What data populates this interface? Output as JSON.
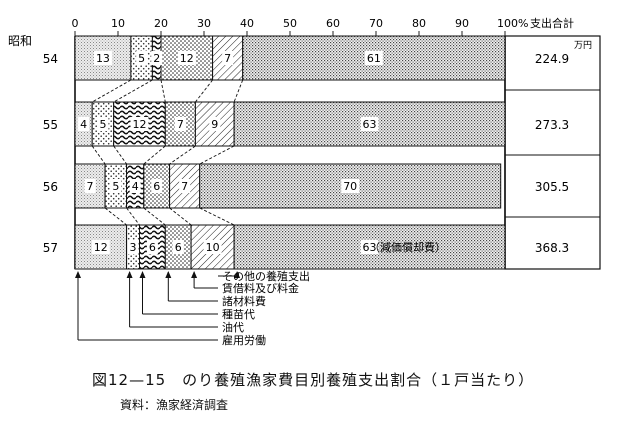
{
  "chart_data": {
    "type": "bar",
    "orientation": "horizontal",
    "stacked_percent": true,
    "era_label": "昭和",
    "categories": [
      "54",
      "55",
      "56",
      "57"
    ],
    "series": [
      {
        "name": "雇用労働",
        "values": [
          13,
          4,
          7,
          12
        ]
      },
      {
        "name": "油代",
        "values": [
          5,
          5,
          5,
          3
        ]
      },
      {
        "name": "種苗代",
        "values": [
          2,
          12,
          4,
          6
        ]
      },
      {
        "name": "諸材料費",
        "values": [
          12,
          7,
          6,
          6
        ]
      },
      {
        "name": "賃借料及び料金",
        "values": [
          7,
          9,
          7,
          10
        ]
      },
      {
        "name": "その他の養殖支出",
        "values": [
          61,
          63,
          70,
          63
        ]
      }
    ],
    "extra_segment_label": "（減価償却費）",
    "x_ticks": [
      "0",
      "10",
      "20",
      "30",
      "40",
      "50",
      "60",
      "70",
      "80",
      "90",
      "100%"
    ],
    "xlim": [
      0,
      100
    ],
    "totals_header": "支出合計",
    "totals_unit": "万円",
    "totals": [
      "224.9",
      "273.3",
      "305.5",
      "368.3"
    ],
    "legend_order_from_top": [
      "その他の養殖支出",
      "賃借料及び料金",
      "諸材料費",
      "種苗代",
      "油代",
      "雇用労働"
    ],
    "pattern_names": [
      "light-dots",
      "sparse-dots",
      "waves",
      "dots",
      "hatch",
      "dense-dots"
    ],
    "legend_position": "bottom"
  },
  "caption": "図12—15　のり養殖漁家費目別養殖支出割合（１戸当たり）",
  "source": "資料：漁家経済調査"
}
